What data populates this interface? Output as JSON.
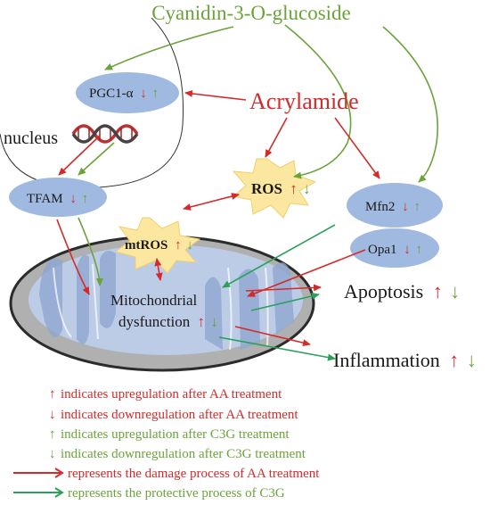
{
  "title": "Cyanidin-3-O-glucoside",
  "nodes": {
    "acrylamide": "Acrylamide",
    "pgc1a": "PGC1-α",
    "nucleus": "nucleus",
    "tfam": "TFAM",
    "ros": "ROS",
    "mtros": "mtROS",
    "mfn2": "Mfn2",
    "opa1": "Opa1",
    "mito_line1": "Mitochondrial",
    "mito_line2": "dysfunction",
    "apoptosis": "Apoptosis",
    "inflammation": "Inflammation"
  },
  "symbols": {
    "up": "↑",
    "down": "↓"
  },
  "legend": [
    {
      "symbol": "↑",
      "text": "indicates upregulation after AA treatment",
      "color": "#d42a2a"
    },
    {
      "symbol": "↓",
      "text": "indicates downregulation after AA treatment",
      "color": "#d42a2a"
    },
    {
      "symbol": "↑",
      "text": "indicates upregulation after C3G treatment",
      "color": "#6aa33a"
    },
    {
      "symbol": "↓",
      "text": "indicates downregulation after C3G treatment",
      "color": "#6aa33a"
    },
    {
      "symbol": "arrow",
      "text": "represents the damage process of AA treatment",
      "color": "#d42a2a"
    },
    {
      "symbol": "arrow",
      "text": "represents the protective process of C3G",
      "color": "#2aa05a"
    }
  ],
  "colors": {
    "aa_red": "#d42a2a",
    "c3g_green": "#6aa33a",
    "protect_green": "#2aa05a",
    "node_blue": "#9fb9e0",
    "burst_yellow": "#fbe7a0"
  }
}
